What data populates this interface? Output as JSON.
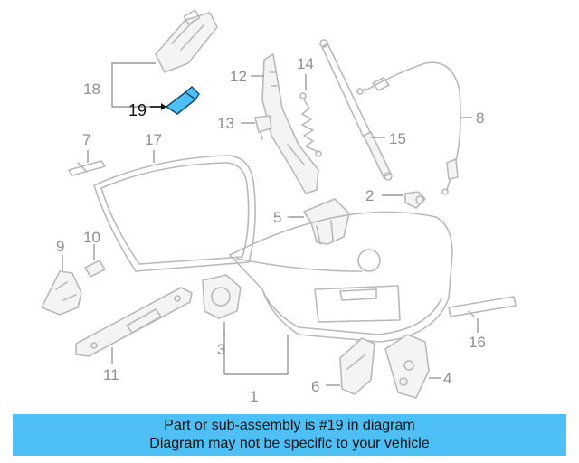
{
  "labels": {
    "l1": "1",
    "l2": "2",
    "l3": "3",
    "l4": "4",
    "l5": "5",
    "l6": "6",
    "l7": "7",
    "l8": "8",
    "l9": "9",
    "l10": "10",
    "l11": "11",
    "l12": "12",
    "l13": "13",
    "l14": "14",
    "l15": "15",
    "l16": "16",
    "l17": "17",
    "l18": "18",
    "l19": "19"
  },
  "highlight": {
    "part_number": "19",
    "color": "#4fc0f5"
  },
  "banner": {
    "line1": "Part or sub-assembly is #19 in diagram",
    "line2": "Diagram may not be specific to your vehicle",
    "color": "#4fc0f5"
  }
}
